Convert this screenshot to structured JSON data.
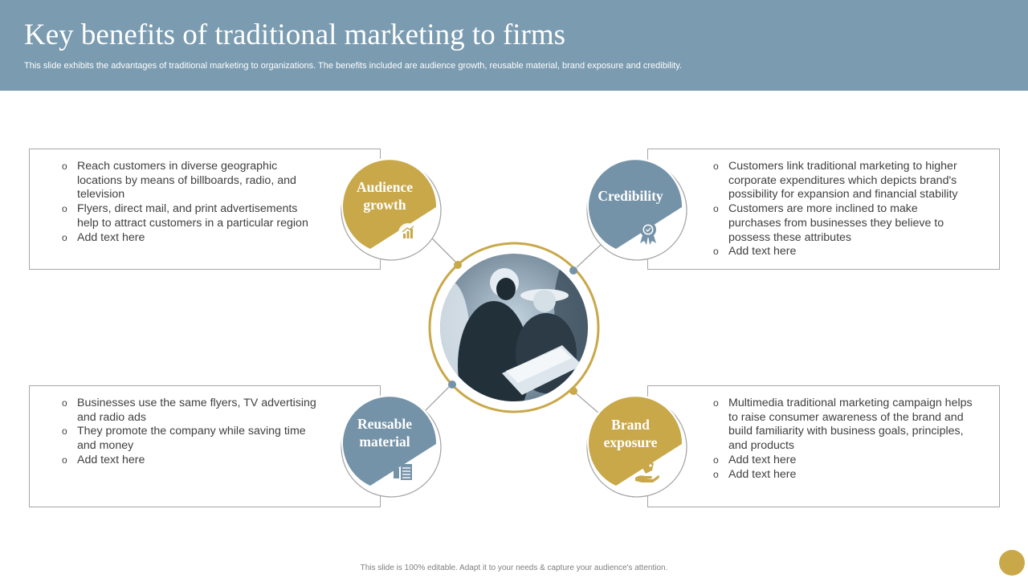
{
  "header": {
    "title": "Key benefits of traditional marketing to firms",
    "subtitle": "This slide exhibits the advantages of traditional marketing to organizations. The benefits included are audience growth, reusable material, brand exposure and credibility."
  },
  "badges": {
    "audience_growth": {
      "line1": "Audience",
      "line2": "growth",
      "icon": "bar-chart-growth-icon"
    },
    "credibility": {
      "line1": "Credibility",
      "icon": "award-ribbon-icon"
    },
    "reusable_material": {
      "line1": "Reusable",
      "line2": "material",
      "icon": "stacked-documents-icon"
    },
    "brand_exposure": {
      "line1": "Brand",
      "line2": "exposure",
      "icon": "hand-tag-icon"
    }
  },
  "boxes": {
    "audience_growth": [
      "Reach customers in diverse geographic locations by means of billboards, radio, and television",
      "Flyers, direct mail, and print advertisements help to attract customers in a particular region",
      "Add text here"
    ],
    "credibility": [
      "Customers link traditional marketing to higher corporate expenditures which depicts brand's possibility for expansion and financial stability",
      "Customers are more inclined to make purchases from businesses they believe to possess these attributes",
      "Add text here"
    ],
    "reusable_material": [
      "Businesses use the same flyers, TV advertising and radio ads",
      "They promote the company while saving time and money",
      "Add text here"
    ],
    "brand_exposure": [
      "Multimedia traditional marketing campaign helps to raise consumer awareness of the brand and build familiarity with business goals, principles, and products",
      "Add text here",
      "Add text here"
    ]
  },
  "footer": {
    "note": "This slide is 100% editable. Adapt it to your needs & capture your audience's attention."
  },
  "colors": {
    "header_bg": "#7a9bb0",
    "gold": "#c9a84a",
    "steel_blue": "#7593a8",
    "border_gray": "#a6a6a6",
    "text": "#404040"
  }
}
